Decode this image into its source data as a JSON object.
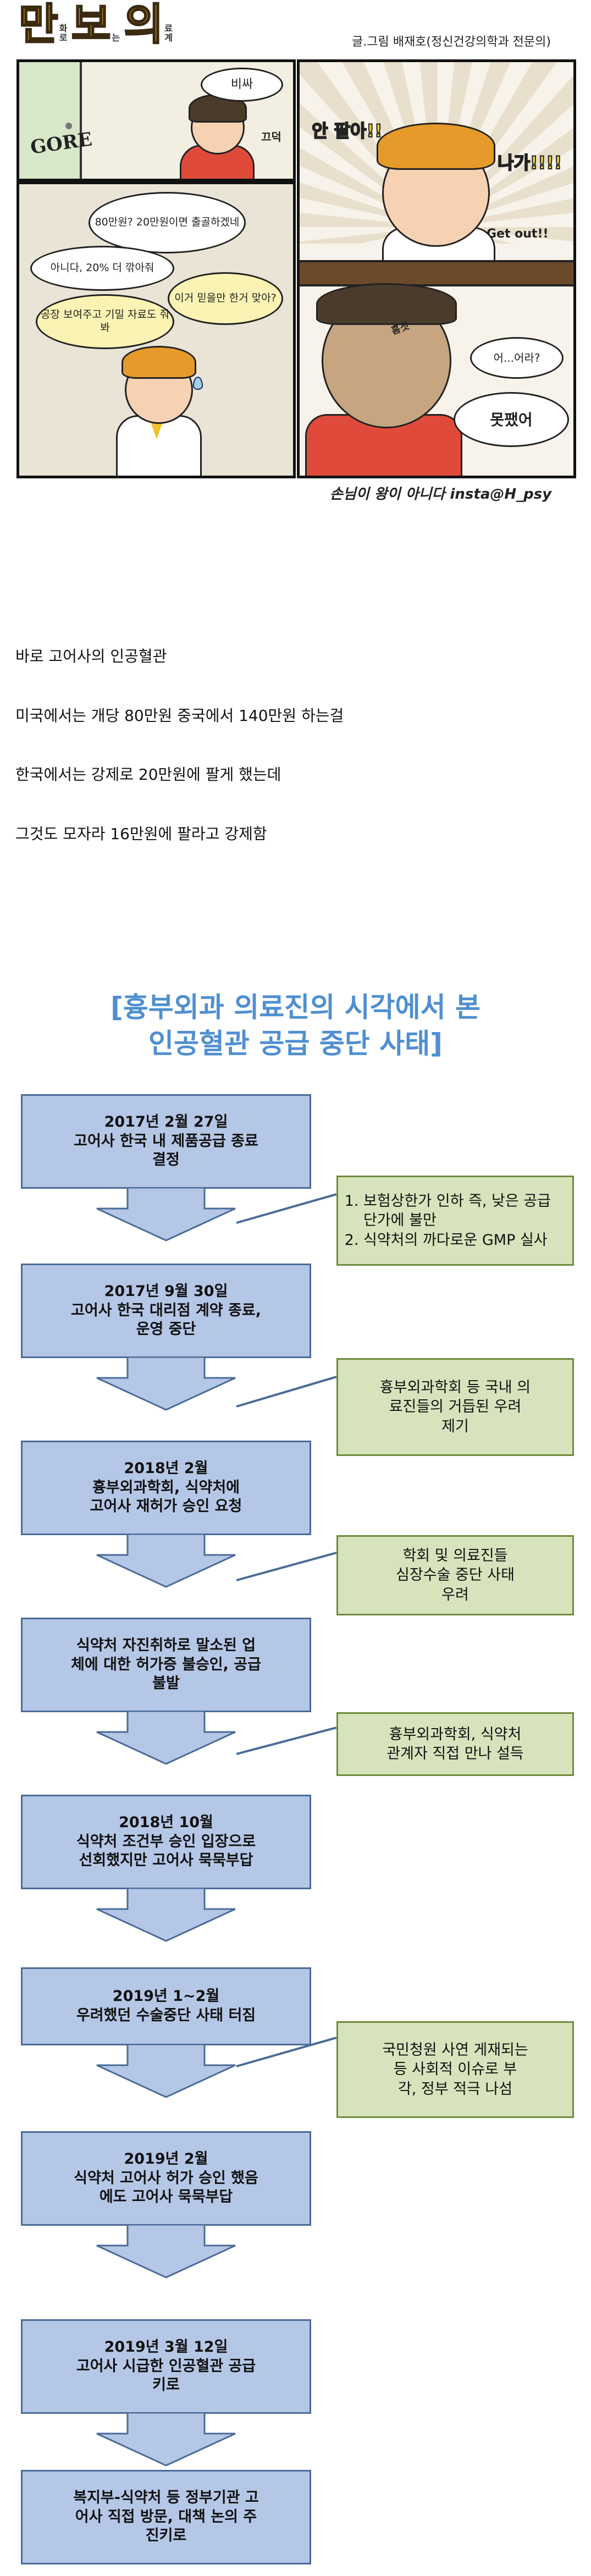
{
  "comic": {
    "title_big_1": "만",
    "title_small_1": "화로",
    "title_big_2": "보",
    "title_small_2": "는",
    "title_big_3": "의",
    "title_small_3": "료계",
    "byline": "글.그림 배재호(정신건강의학과 전문의)",
    "panel1": {
      "door_sign": "GORE",
      "speech_expensive": "비싸",
      "sfx_bicker": "끄덕"
    },
    "panel2": {
      "bubble1": "80만원? 20만원이면 출골하겠네",
      "bubble2": "아니다, 20% 더 깎아줘",
      "bubble3": "이거 믿을만 한거 맞아?",
      "bubble4": "공장 보여주고 기밀 자료도 줘 봐"
    },
    "panel3": {
      "shout1": "안 팔아!!",
      "shout2": "나가!!!!",
      "shout3": "Get out!!",
      "sfx_shock": "흠칫",
      "reply1": "어...어라?",
      "reply2": "못팼어"
    },
    "footer": "손님이 왕이 아니다 insta@H_psy"
  },
  "article": {
    "p1": "바로 고어사의 인공혈관",
    "p2": "미국에서는 개당 80만원 중국에서 140만원 하는걸",
    "p3": "한국에서는 강제로 20만원에 팔게 했는데",
    "p4": "그것도 모자라 16만원에 팔라고 강제함"
  },
  "flowchart": {
    "title_line1": "[흉부외과 의료진의 시각에서 본",
    "title_line2": "인공혈관 공급 중단 사태]",
    "steps": [
      "2017년 2월 27일\n고어사 한국 내 제품공급 종료\n결정",
      "2017년 9월 30일\n고어사 한국 대리점 계약 종료,\n운영 중단",
      "2018년 2월\n흉부외과학회, 식약처에\n고어사 재허가 승인 요청",
      "식약처 자진취하로 말소된 업\n체에 대한 허가증 불승인, 공급\n불발",
      "2018년 10월\n식약처 조건부 승인 입장으로\n선회했지만 고어사 묵묵부답",
      "2019년 1~2월\n우려했던 수술중단 사태 터짐",
      "2019년 2월\n식약처 고어사 허가 승인 했음\n에도 고어사 묵묵부답",
      "2019년 3월 12일\n고어사 시급한 인공혈관 공급\n키로",
      "복지부-식약처 등 정부기관 고\n어사 직접 방문, 대책 논의 주\n진키로"
    ],
    "notes": [
      {
        "items": [
          "보험상한가 인하 즉, 낮은 공급 단가에 불만",
          "식약처의 까다로운 GMP 실사"
        ]
      },
      {
        "text": "흉부외과학회 등 국내 의\n료진들의 거듭된 우려\n제기"
      },
      {
        "text": "학회 및 의료진들\n심장수술 중단 사태\n우려"
      },
      {
        "text": "흉부외과학회, 식약처\n관계자 직접 만나 설득"
      },
      {
        "text": "국민청원 사연 게재되는\n등 사회적 이슈로 부\n각, 정부 적극 나섬"
      }
    ]
  },
  "colors": {
    "flow_box_fill": "#b5c7e6",
    "flow_box_border": "#4a6b97",
    "note_fill": "#d7e3bc",
    "note_border": "#6e8c3c",
    "title_blue": "#4f8fd0",
    "comic_title": "#e8a91b"
  }
}
